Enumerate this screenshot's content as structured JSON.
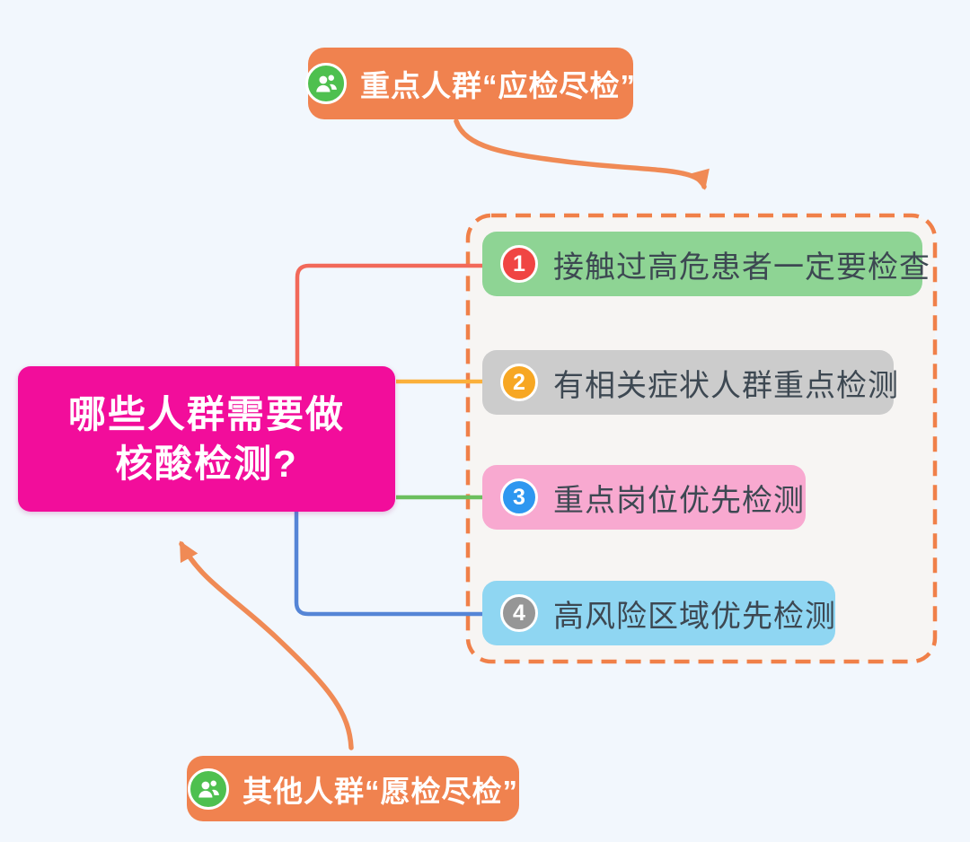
{
  "page": {
    "background": "#f2f7fd"
  },
  "top_badge": {
    "label": "重点人群“应检尽检”",
    "bg": "#f0824f",
    "icon": "people-icon",
    "icon_bg": "#4ec04f"
  },
  "bottom_badge": {
    "label": "其他人群“愿检尽检”",
    "bg": "#f0824f",
    "icon": "people-icon",
    "icon_bg": "#4ec04f"
  },
  "title_box": {
    "lines": [
      "哪些人群需要做",
      "核酸检测?"
    ],
    "bg": "#f20d9b",
    "text_color": "#ffffff"
  },
  "panel": {
    "bg": "#f7f5f3",
    "border_color": "#f08049",
    "border_style": "dashed"
  },
  "items": [
    {
      "num": "1",
      "label": "接触过高危患者一定要检查",
      "bg": "#8ed494",
      "badge_color": "#f04543",
      "line_color": "#f2695a"
    },
    {
      "num": "2",
      "label": "有相关症状人群重点检测",
      "bg": "#cccccc",
      "badge_color": "#f7a723",
      "line_color": "#fbb03b"
    },
    {
      "num": "3",
      "label": "重点岗位优先检测",
      "bg": "#f8a9d0",
      "badge_color": "#2e97f0",
      "line_color": "#6cbf5e"
    },
    {
      "num": "4",
      "label": "高风险区域优先检测",
      "bg": "#8fd6f2",
      "badge_color": "#969696",
      "line_color": "#5585d6"
    }
  ],
  "arrows": {
    "color": "#f08a55"
  }
}
